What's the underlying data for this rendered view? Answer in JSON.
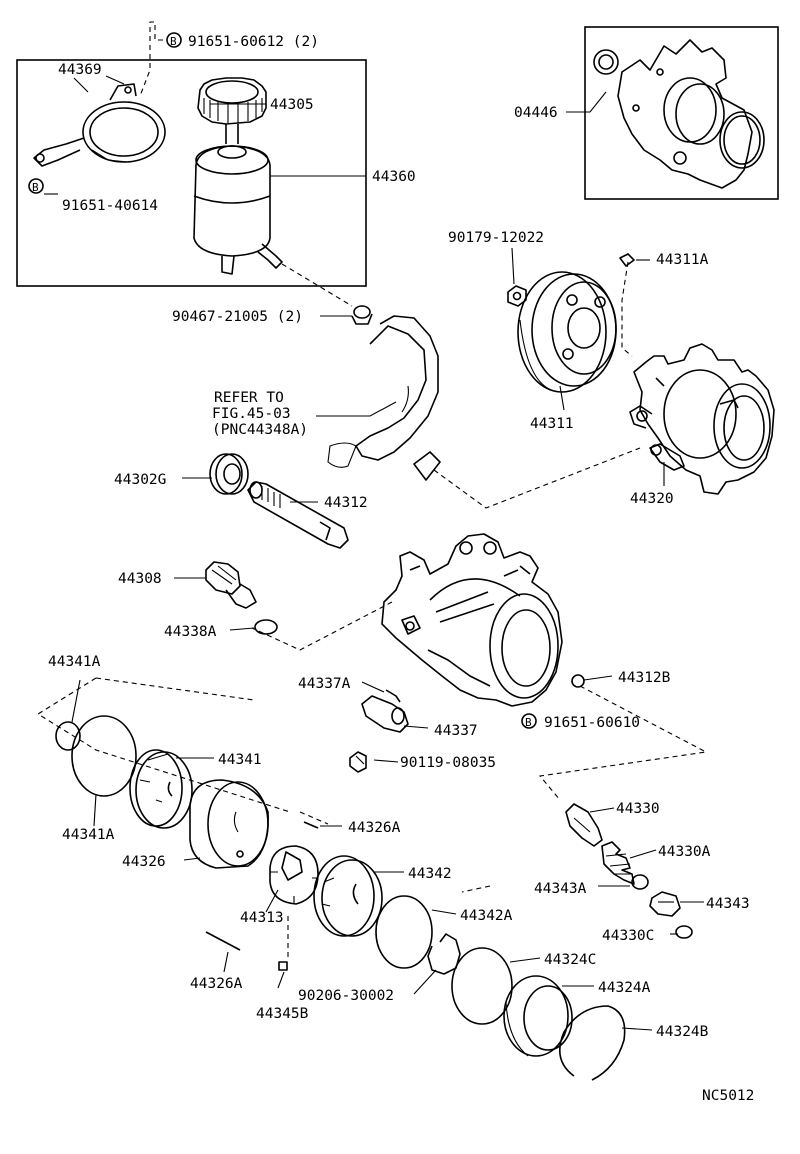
{
  "diagram": {
    "callouts": {
      "b_91651_60612": "91651-60612 (2)",
      "b_91651_40614": "91651-40614",
      "b_91651_60610": "91651-60610",
      "p_44369": "44369",
      "p_44305": "44305",
      "p_44360": "44360",
      "p_04446": "04446",
      "p_90179_12022": "90179-12022",
      "p_44311A": "44311A",
      "p_90467_21005": "90467-21005 (2)",
      "refer_line1": "REFER TO",
      "refer_line2": "FIG.45-03",
      "refer_line3": "(PNC44348A)",
      "p_44311": "44311",
      "p_44320": "44320",
      "p_44302G": "44302G",
      "p_44312": "44312",
      "p_44308": "44308",
      "p_44338A": "44338A",
      "p_44341A_top": "44341A",
      "p_44312B": "44312B",
      "p_44337A": "44337A",
      "p_44337": "44337",
      "p_90119_08035": "90119-08035",
      "p_44341": "44341",
      "p_44330": "44330",
      "p_44341A_bottom": "44341A",
      "p_44326A_right": "44326A",
      "p_44330A": "44330A",
      "p_44326": "44326",
      "p_44342": "44342",
      "p_44343A": "44343A",
      "p_44343": "44343",
      "p_44313": "44313",
      "p_44342A": "44342A",
      "p_44330C": "44330C",
      "p_44324C": "44324C",
      "p_44326A_left": "44326A",
      "p_90206_30002": "90206-30002",
      "p_44324A": "44324A",
      "p_44345B": "44345B",
      "p_44324B": "44324B",
      "drawing_code": "NC5012"
    },
    "bolt_marker": "B"
  }
}
